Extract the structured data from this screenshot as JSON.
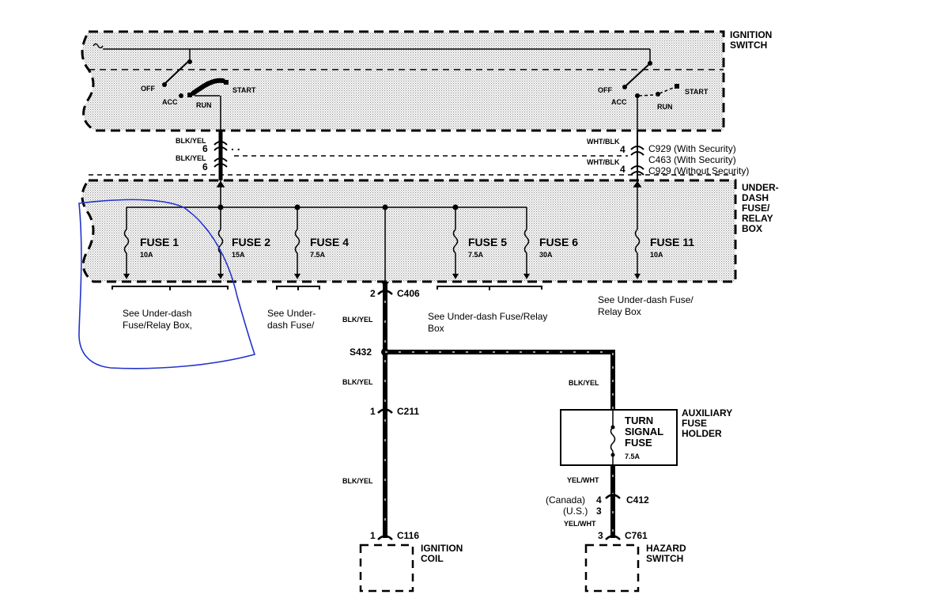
{
  "labels": {
    "ignition_switch": [
      "IGNITION",
      "SWITCH"
    ],
    "under_dash_box": [
      "UNDER-",
      "DASH",
      "FUSE/",
      "RELAY",
      "BOX"
    ],
    "aux_fuse_holder": [
      "AUXILIARY",
      "FUSE",
      "HOLDER"
    ],
    "turn_signal_fuse": [
      "TURN",
      "SIGNAL",
      "FUSE"
    ],
    "turn_signal_rating": "7.5A",
    "ignition_coil": [
      "IGNITION",
      "COIL"
    ],
    "hazard_switch": [
      "HAZARD",
      "SWITCH"
    ]
  },
  "switch_left": {
    "off": "OFF",
    "acc": "ACC",
    "run": "RUN",
    "start": "START"
  },
  "switch_right": {
    "off": "OFF",
    "acc": "ACC",
    "run": "RUN",
    "start": "START"
  },
  "fuses": [
    {
      "name": "FUSE 1",
      "rating": "10A"
    },
    {
      "name": "FUSE 2",
      "rating": "15A"
    },
    {
      "name": "FUSE 4",
      "rating": "7.5A"
    },
    {
      "name": "FUSE 5",
      "rating": "7.5A"
    },
    {
      "name": "FUSE 6",
      "rating": "30A"
    },
    {
      "name": "FUSE 11",
      "rating": "10A"
    }
  ],
  "notes": {
    "fuse_1_2": [
      "See Under-dash",
      "Fuse/Relay Box,"
    ],
    "fuse_4": [
      "See Under-",
      "dash Fuse/"
    ],
    "fuse_5_6": [
      "See Under-dash Fuse/Relay",
      "Box"
    ],
    "fuse_11": [
      "See Under-dash Fuse/",
      "Relay Box"
    ]
  },
  "wires": {
    "blk_yel": "BLK/YEL",
    "wht_blk": "WHT/BLK",
    "yel_wht": "YEL/WHT"
  },
  "connectors": {
    "c929_with": "C929 (With Security)",
    "c463_with": "C463 (With Security)",
    "c929_without": "C929 (Without Security)",
    "c406": "C406",
    "s432": "S432",
    "c211": "C211",
    "c116": "C116",
    "c412": "C412",
    "c761": "C761"
  },
  "pins": {
    "six": "6",
    "four": "4",
    "two": "2",
    "one": "1",
    "three": "3",
    "dots": ". ."
  },
  "variants": {
    "canada": "(Canada)",
    "us": "(U.S.)"
  }
}
